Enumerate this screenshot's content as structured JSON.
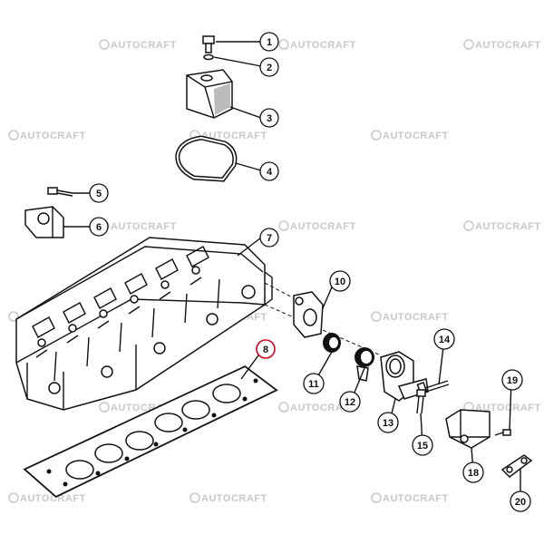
{
  "watermark": {
    "text": "AUTOCRAFT"
  },
  "callouts": [
    "1",
    "2",
    "3",
    "4",
    "5",
    "6",
    "7",
    "8",
    "10",
    "11",
    "12",
    "13",
    "14",
    "15",
    "18",
    "19",
    "20"
  ],
  "highlight_color": "#d0021b"
}
